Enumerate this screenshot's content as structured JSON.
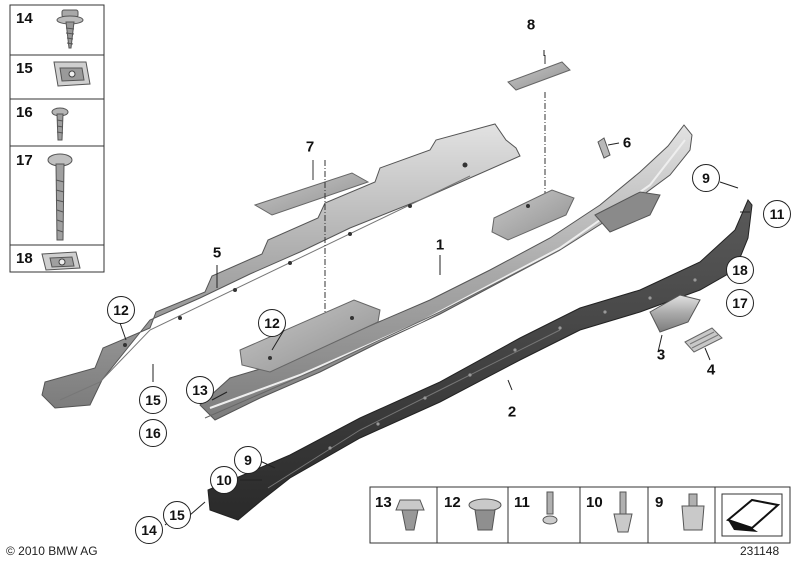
{
  "left_panel": {
    "items": [
      "14",
      "15",
      "16",
      "17",
      "18"
    ]
  },
  "callouts": {
    "n1": "1",
    "n2": "2",
    "n3": "3",
    "n4": "4",
    "n5": "5",
    "n6": "6",
    "n7": "7",
    "n8": "8"
  },
  "circled": {
    "c12a": "12",
    "c15a": "15",
    "c16a": "16",
    "c12b": "12",
    "c13": "13",
    "c9a": "9",
    "c11": "11",
    "c18": "18",
    "c17": "17",
    "c9b": "9",
    "c10": "10",
    "c15b": "15",
    "c14": "14"
  },
  "fastener_panel": {
    "items": [
      "13",
      "12",
      "11",
      "10",
      "9"
    ]
  },
  "footer": {
    "copyright": "© 2010 BMW AG",
    "diagram_id": "231148"
  }
}
